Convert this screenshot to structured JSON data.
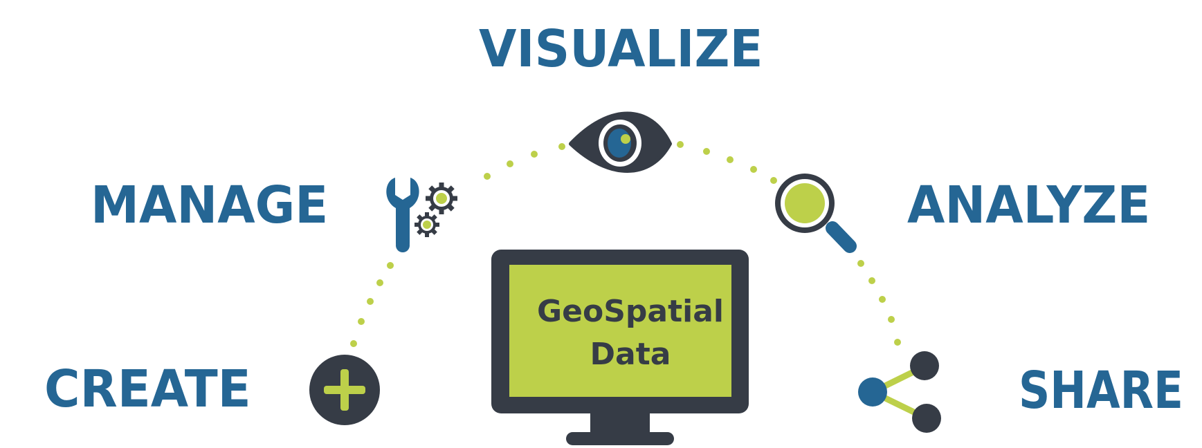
{
  "labels": {
    "visualize": "VISUALIZE",
    "manage": "MANAGE",
    "analyze": "ANALYZE",
    "create": "CREATE",
    "share": "SHARE"
  },
  "monitor": {
    "line1": "GeoSpatial",
    "line2": "Data"
  },
  "icons": {
    "visualize": "eye-icon",
    "manage": "wrench-gears-icon",
    "analyze": "magnifier-icon",
    "create": "plus-circle-icon",
    "share": "share-icon",
    "center": "monitor-icon"
  },
  "colors": {
    "label_blue": "#256694",
    "dark_slate": "#363c46",
    "lime": "#bdd04a"
  }
}
